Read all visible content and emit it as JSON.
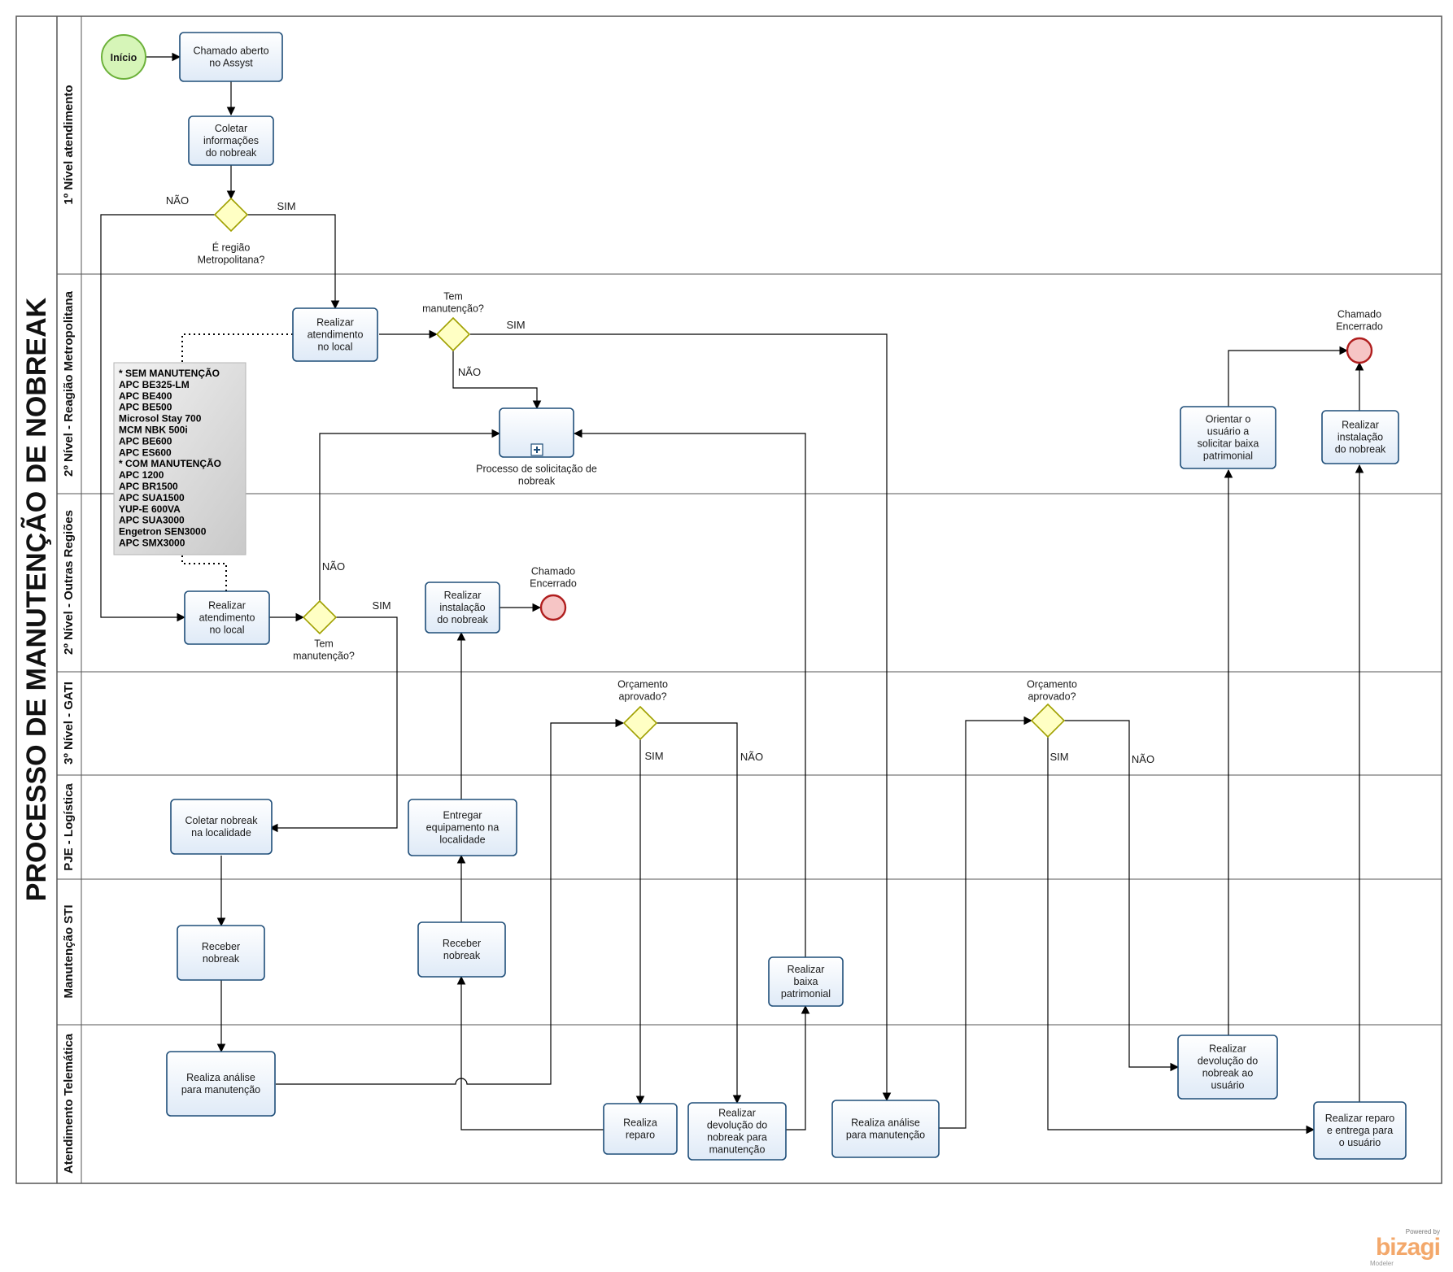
{
  "title": "PROCESSO DE MANUTENÇÃO DE NOBREAK",
  "lanes": [
    {
      "id": "l1",
      "label": "1º Nível atendimento"
    },
    {
      "id": "l2",
      "label": "2º Nível - Reagião Metropolitana"
    },
    {
      "id": "l3",
      "label": "2º Nível - Outras Regiões"
    },
    {
      "id": "l4",
      "label": "3º Nível - GATI"
    },
    {
      "id": "l5",
      "label": "PJE - Logística"
    },
    {
      "id": "l6",
      "label": "Manutenção STI"
    },
    {
      "id": "l7",
      "label": "Atendimento Telemática"
    }
  ],
  "start": {
    "label": "Início"
  },
  "tasks": {
    "t_chamado": [
      "Chamado aberto",
      "no  Assyst"
    ],
    "t_coletar_info": [
      "Coletar",
      "informações",
      "do nobreak"
    ],
    "t_atend_metro": [
      "Realizar",
      "atendimento",
      "no local"
    ],
    "t_atend_outras": [
      "Realizar",
      "atendimento",
      "no local"
    ],
    "t_subprocess": [
      "Processo de solicitação de",
      "nobreak"
    ],
    "t_orientar": [
      "Orientar o",
      "usuário a",
      "solicitar baixa",
      "patrimonial"
    ],
    "t_instal_metro": [
      "Realizar",
      "instalação",
      "do nobreak"
    ],
    "t_instal_outras": [
      "Realizar",
      "instalação",
      "do nobreak"
    ],
    "t_coletar_nobreak": [
      "Coletar nobreak",
      "na localidade"
    ],
    "t_entregar": [
      "Entregar",
      "equipamento na",
      "localidade"
    ],
    "t_receber1": [
      "Receber",
      "nobreak"
    ],
    "t_receber2": [
      "Receber",
      "nobreak"
    ],
    "t_baixa": [
      "Realizar",
      "baixa",
      "patrimonial"
    ],
    "t_analise1": [
      "Realiza análise",
      "para manutenção"
    ],
    "t_reparo": [
      "Realiza",
      "reparo"
    ],
    "t_devolucao1": [
      "Realizar",
      "devolução do",
      "nobreak para",
      "manutenção"
    ],
    "t_analise2": [
      "Realiza análise",
      "para manutenção"
    ],
    "t_devolucao2": [
      "Realizar",
      "devolução do",
      "nobreak ao",
      "usuário"
    ],
    "t_reparo_entrega": [
      "Realizar reparo",
      "e entrega para",
      "o usuário"
    ]
  },
  "gateways": {
    "g_regiao": [
      "É região",
      "Metropolitana?"
    ],
    "g_manut_metro": [
      "Tem",
      "manutenção?"
    ],
    "g_manut_outras": [
      "Tem",
      "manutenção?"
    ],
    "g_orc1": [
      "Orçamento",
      "aprovado?"
    ],
    "g_orc2": [
      "Orçamento",
      "aprovado?"
    ]
  },
  "end_events": {
    "e_metro": [
      "Chamado",
      "Encerrado"
    ],
    "e_outras": [
      "Chamado",
      "Encerrado"
    ]
  },
  "edge_labels": {
    "nao_regiao": "NÃO",
    "sim_regiao": "SIM",
    "sim_metro": "SIM",
    "nao_metro": "NÃO",
    "nao_outras": "NÃO",
    "sim_outras": "SIM",
    "sim_orc1": "SIM",
    "nao_orc1": "NÃO",
    "sim_orc2": "SIM",
    "nao_orc2": "NÃO"
  },
  "annotation": [
    "* SEM MANUTENÇÃO",
    "APC BE325-LM",
    "APC BE400",
    "APC BE500",
    "Microsol Stay 700",
    "MCM NBK 500i",
    "APC BE600",
    "APC ES600",
    "* COM MANUTENÇÃO",
    "APC 1200",
    "APC BR1500",
    "APC SUA1500",
    "YUP-E 600VA",
    "APC SUA3000",
    "Engetron SEN3000",
    "APC SMX3000"
  ],
  "watermark": {
    "powered": "Powered by",
    "brand": "bizagi",
    "product": "Modeler"
  },
  "colors": {
    "task_fill": "#e8f1fb",
    "task_stroke": "#1f4e79",
    "gateway_fill": "#ffffc4",
    "gateway_stroke": "#a0a000",
    "start_fill": "#d6f5b8",
    "start_stroke": "#6cb13a",
    "end_fill": "#f6c5c5",
    "end_stroke": "#b01e1e",
    "annotation_fill": "#e2e2e2"
  }
}
